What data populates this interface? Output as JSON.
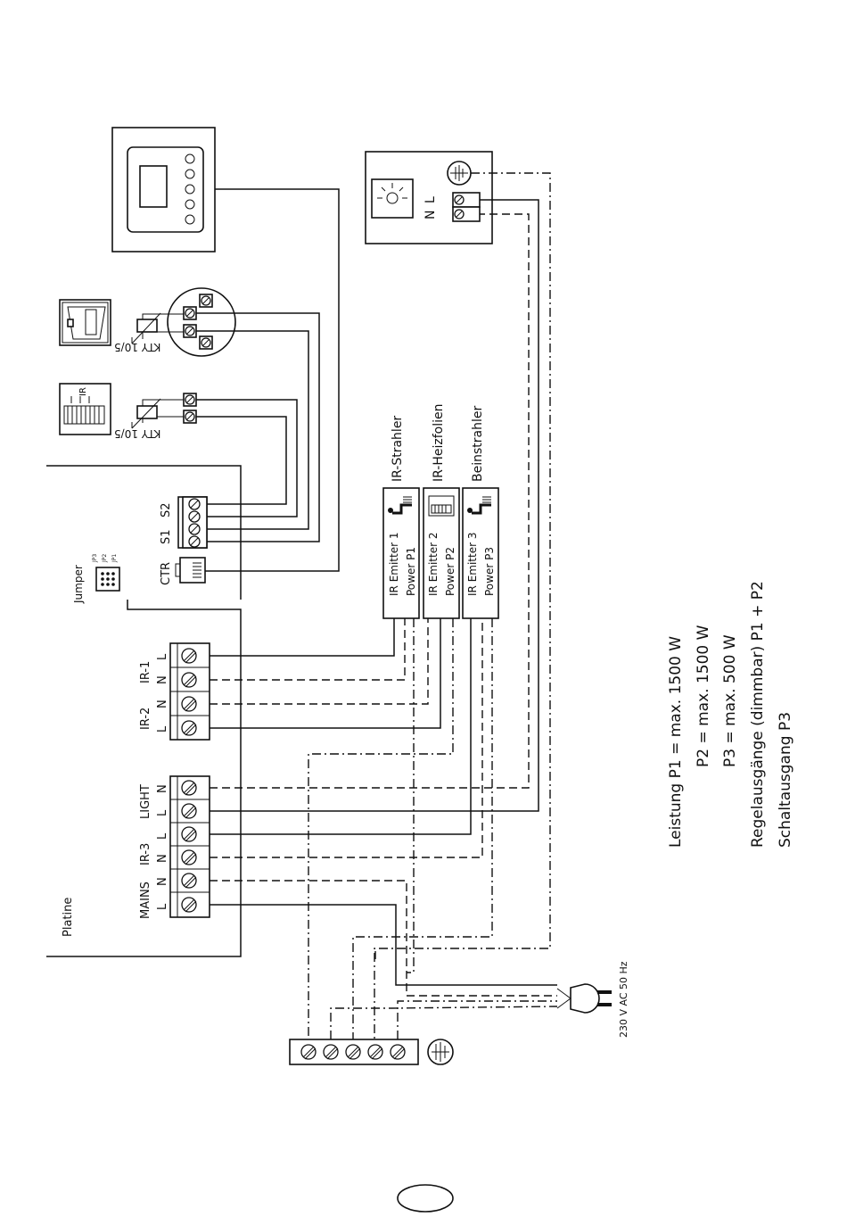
{
  "board": {
    "label": "Platine"
  },
  "jumper": {
    "label": "Jumper",
    "pins": [
      "JP3",
      "JP2",
      "JP1"
    ]
  },
  "ctr": {
    "label": "CTR"
  },
  "sensor_terminal": {
    "labels": [
      "S1",
      "S2"
    ]
  },
  "sensors": [
    {
      "label": "KTY 10/5"
    },
    {
      "label": "KTY 10/5"
    }
  ],
  "ir_icon": {
    "label": "IR"
  },
  "terminals": {
    "ir1": {
      "name": "IR-1",
      "pins": [
        "L",
        "N"
      ]
    },
    "ir2": {
      "name": "IR-2",
      "pins": [
        "N",
        "L"
      ]
    },
    "light": {
      "name": "LIGHT",
      "pins": [
        "N",
        "L"
      ]
    },
    "ir3": {
      "name": "IR-3",
      "pins": [
        "L",
        "N"
      ]
    },
    "mains": {
      "name": "MAINS",
      "pins": [
        "N",
        "L"
      ]
    }
  },
  "emitters": [
    {
      "title": "IR-Strahler",
      "line1": "IR Emitter 1",
      "line2": "Power P1"
    },
    {
      "title": "IR-Heizfolien",
      "line1": "IR Emitter 2",
      "line2": "Power P2"
    },
    {
      "title": "Beinstrahler",
      "line1": "IR Emitter 3",
      "line2": "Power P3"
    }
  ],
  "lamp": {
    "n": "N",
    "l": "L"
  },
  "plug": {
    "label": "230 V AC 50 Hz"
  },
  "notes": {
    "line1": "Leistung  P1 = max. 1500 W",
    "line2": "P2 = max. 1500 W",
    "line3": "P3 = max. 500 W",
    "line4": "Regelausgänge (dimmbar) P1 + P2",
    "line5": "Schaltausgang P3"
  }
}
